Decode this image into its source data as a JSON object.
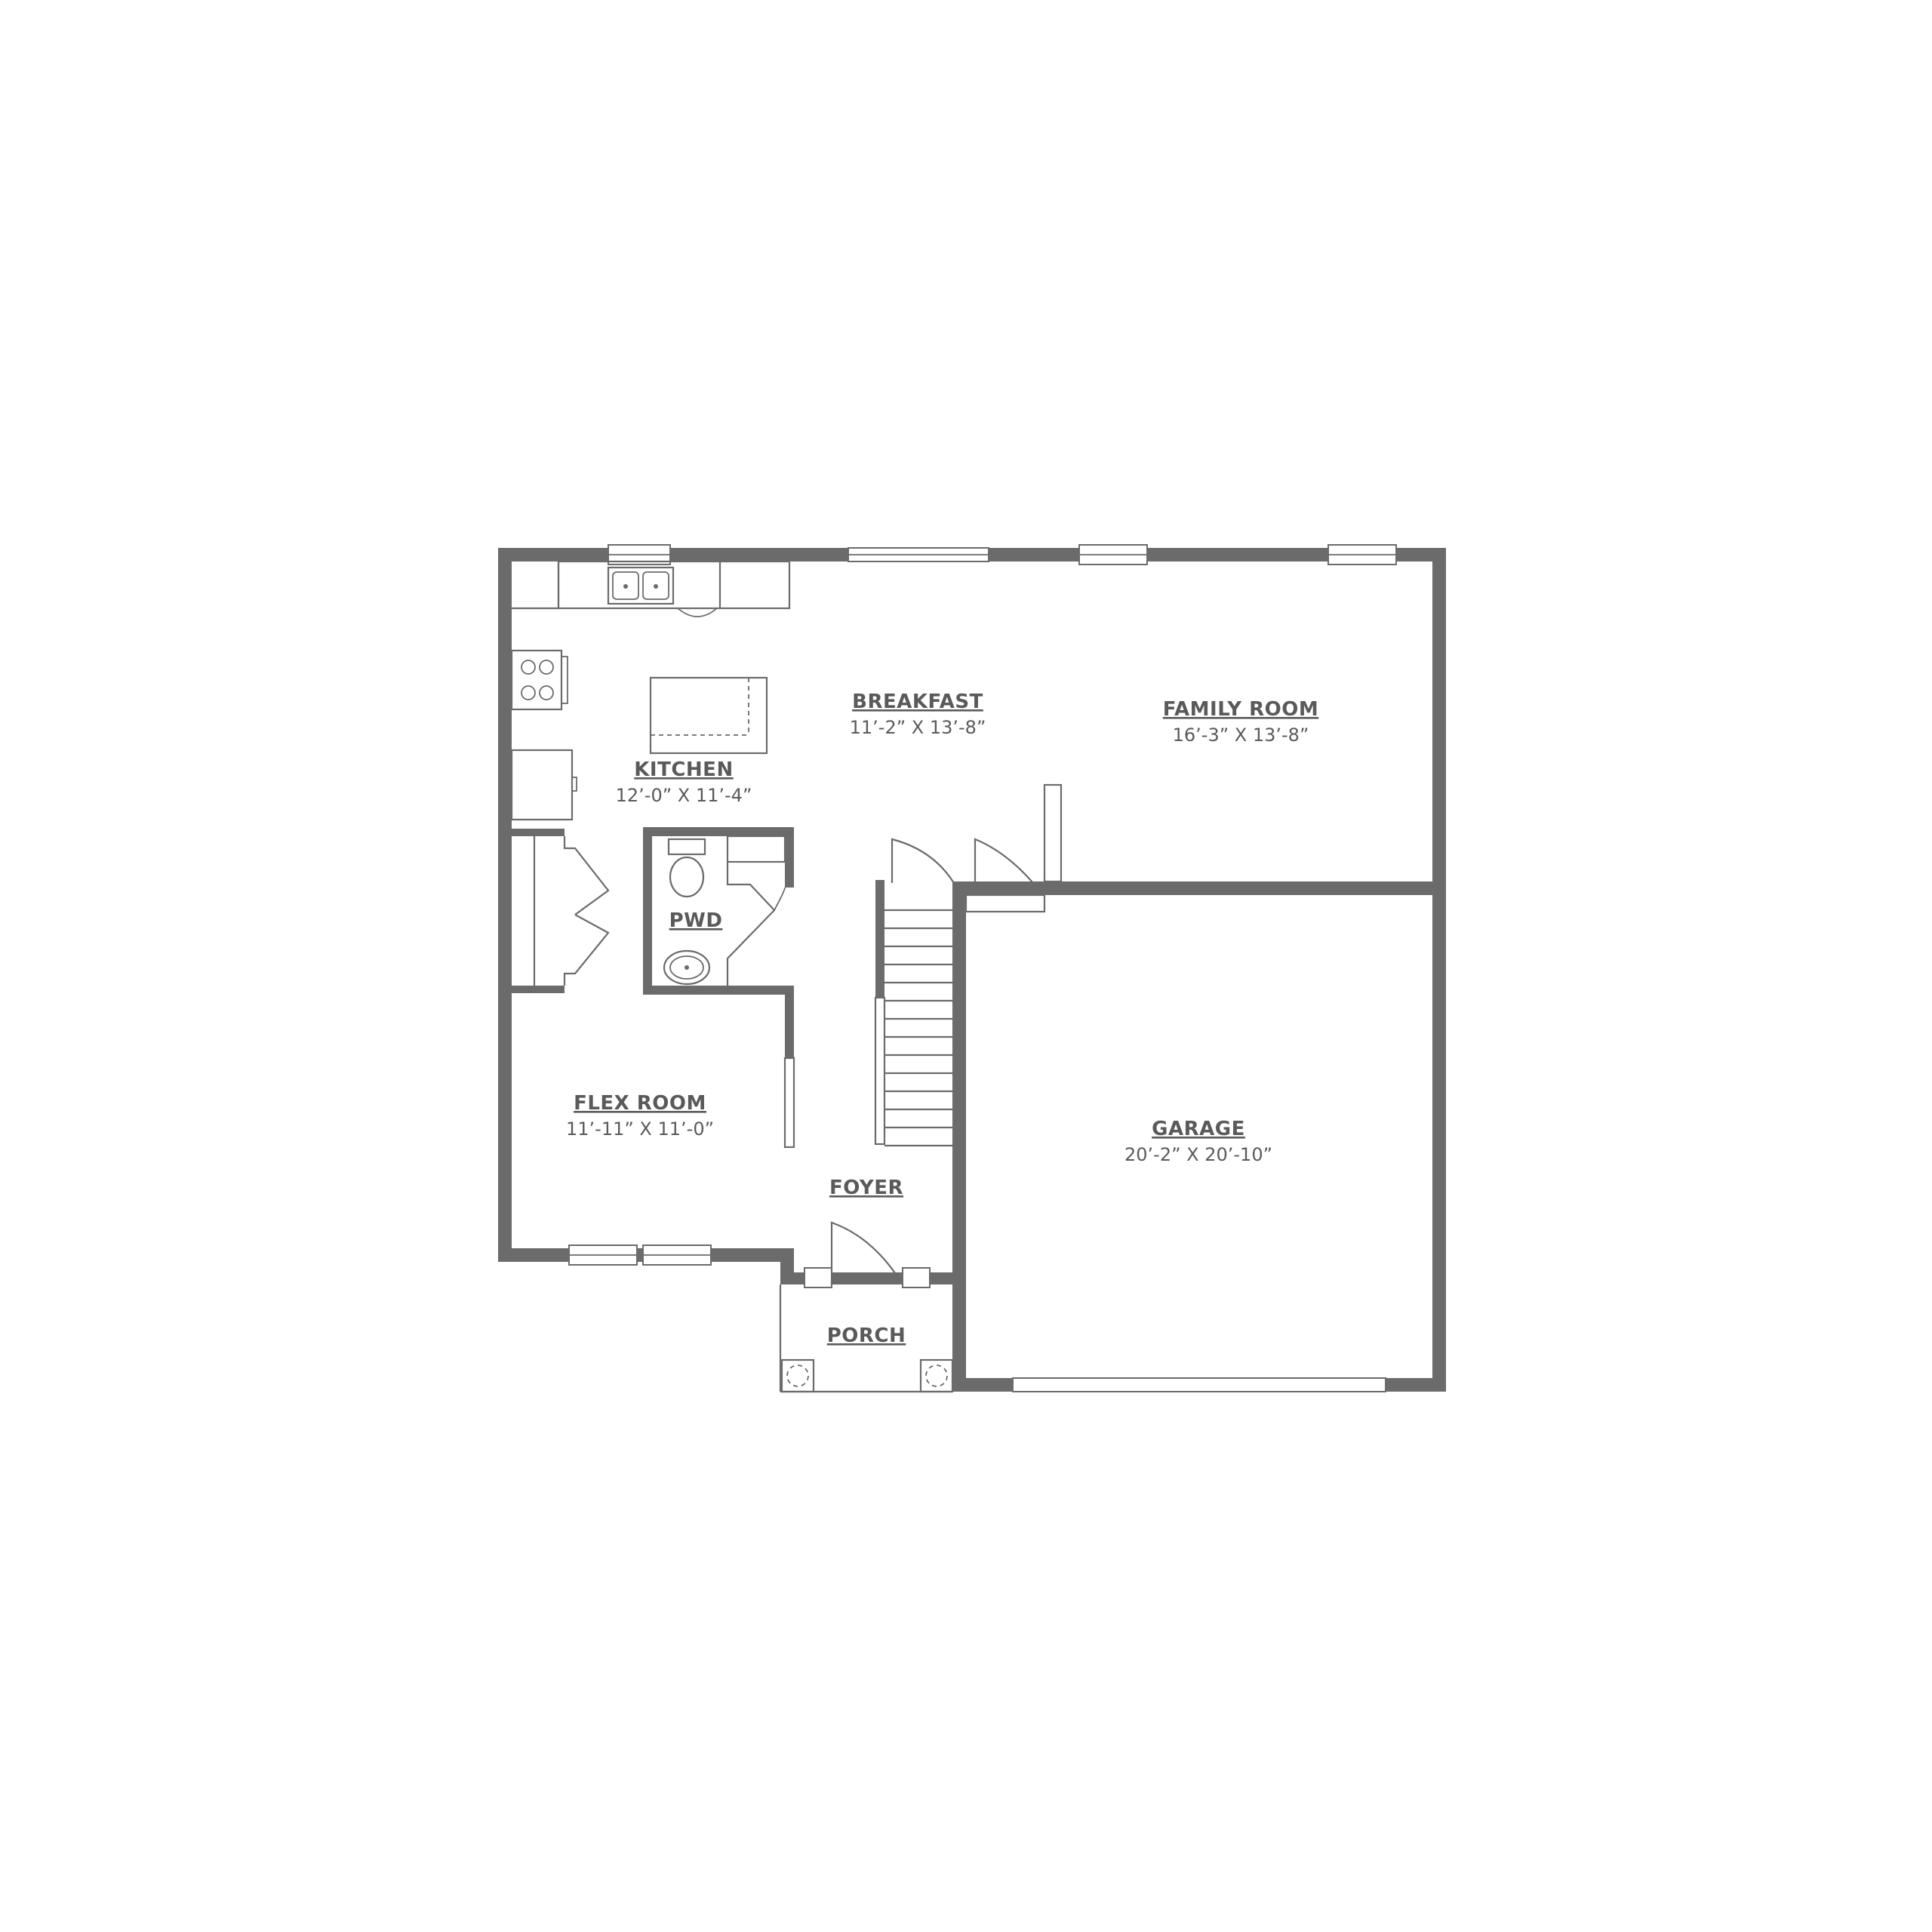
{
  "floorplan": {
    "rooms": [
      {
        "name": "BREAKFAST",
        "dims": "11’-2” X 13’-8”"
      },
      {
        "name": "FAMILY ROOM",
        "dims": "16’-3” X 13’-8”"
      },
      {
        "name": "KITCHEN",
        "dims": "12’-0” X 11’-4”"
      },
      {
        "name": "PWD",
        "dims": ""
      },
      {
        "name": "FLEX ROOM",
        "dims": "11’-11” X 11’-0”"
      },
      {
        "name": "FOYER",
        "dims": ""
      },
      {
        "name": "GARAGE",
        "dims": "20’-2” X 20’-10”"
      },
      {
        "name": "PORCH",
        "dims": ""
      }
    ]
  },
  "colors": {
    "wall": "#6b6b6b",
    "text": "#5a5a5a",
    "background": "#ffffff"
  }
}
